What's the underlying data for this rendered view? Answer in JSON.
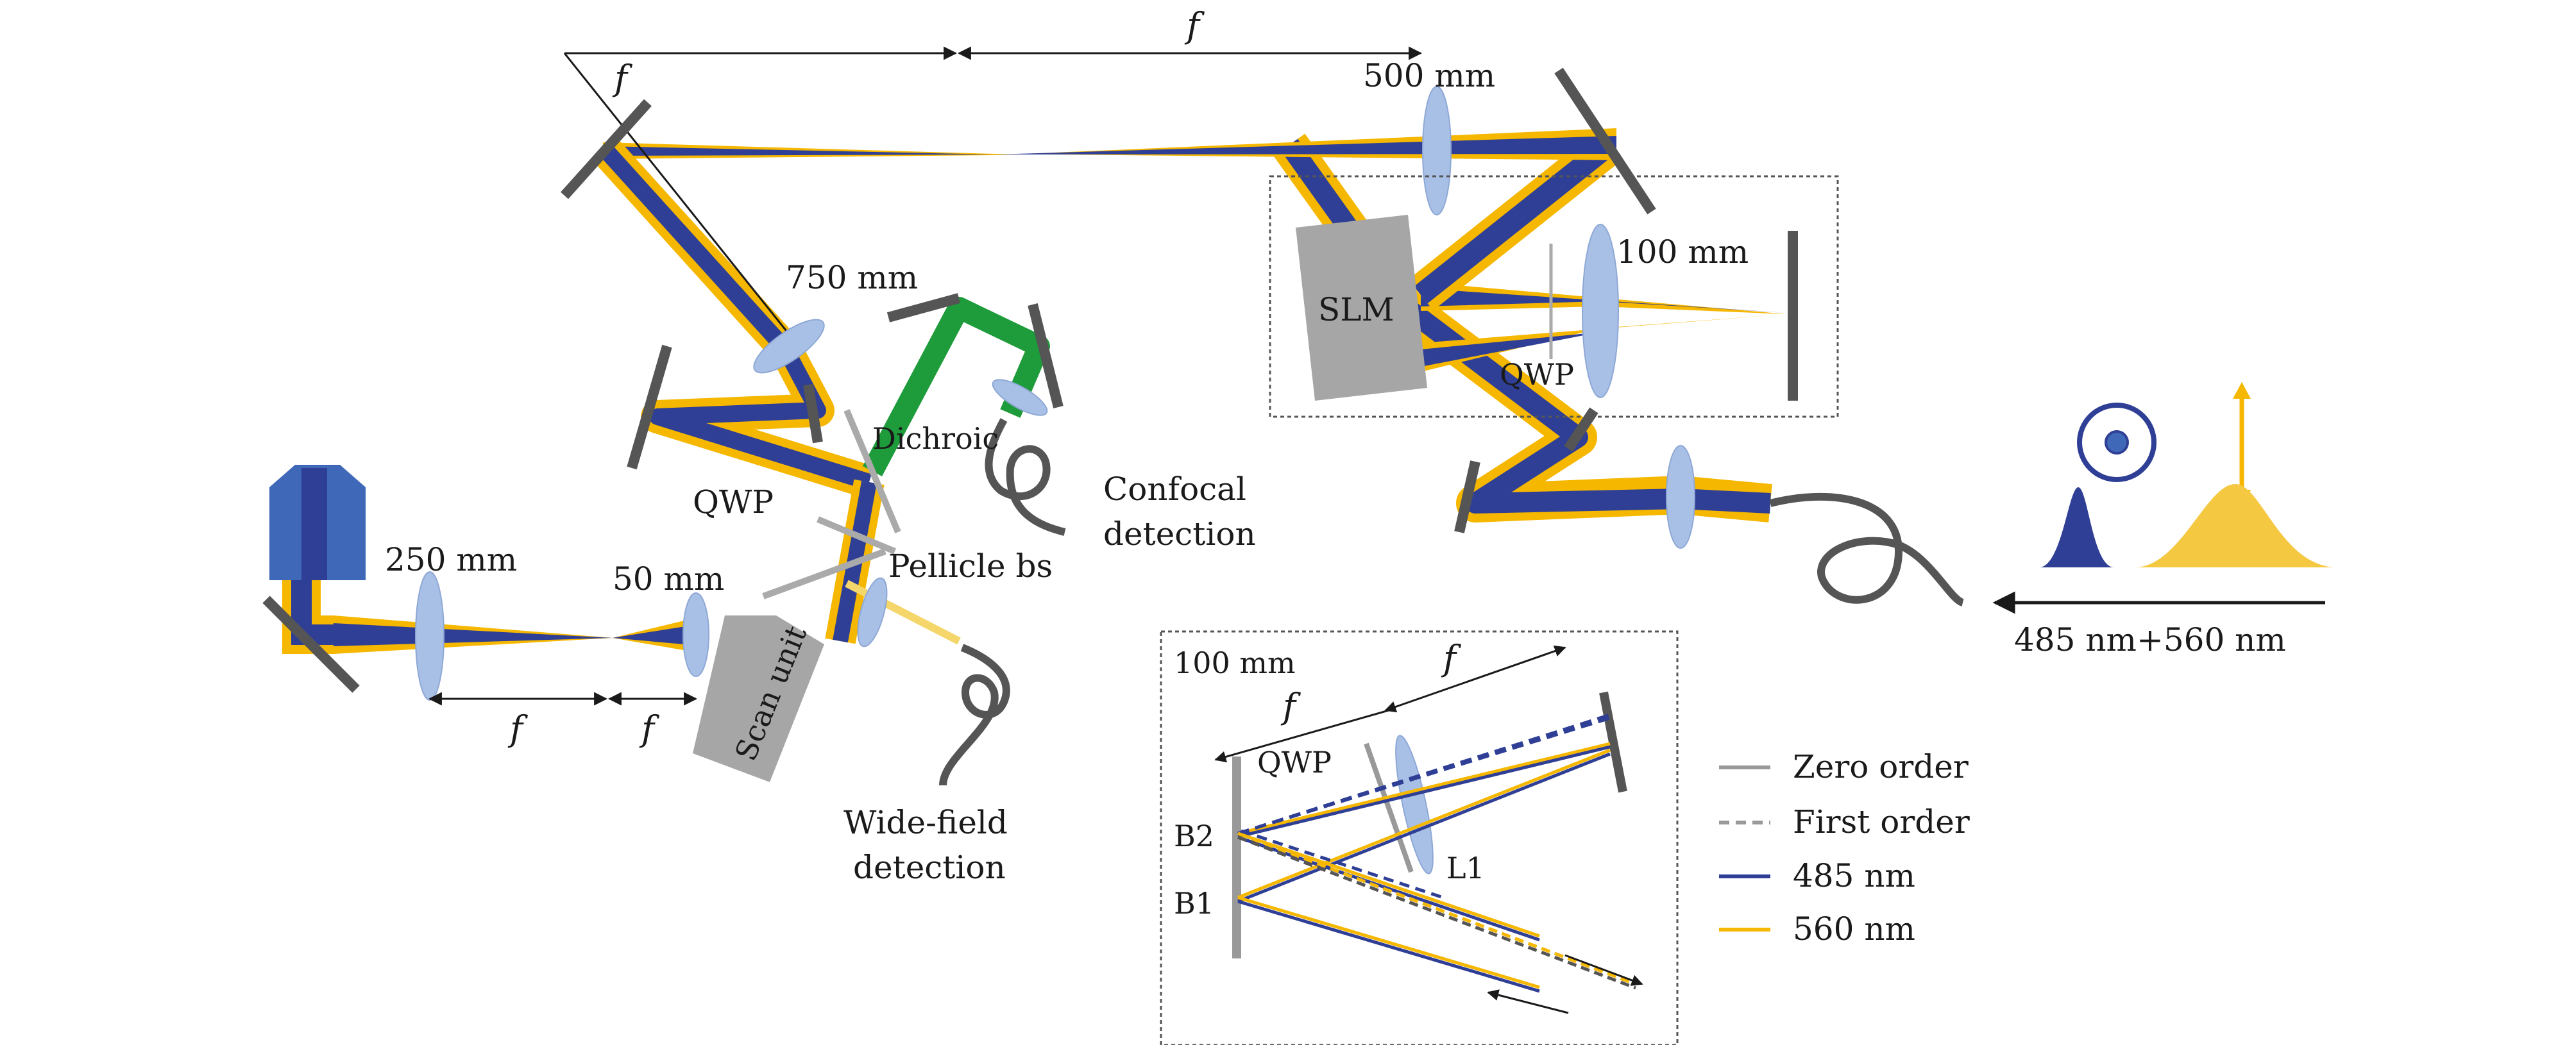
{
  "colors": {
    "blue_485": "#2f3f95",
    "yellow_560": "#f5b700",
    "green": "#1e9b3a",
    "lens": "#a9c0e6",
    "mirror": "#555555",
    "gray_block": "#a6a6a6",
    "objective": "#3f69b8"
  },
  "labels": {
    "focal_top": "f",
    "f_left_mirror": "f",
    "lens_500": "500 mm",
    "lens_750": "750 mm",
    "lens_100": "100 mm",
    "slm": "SLM",
    "qwp_slm": "QWP",
    "dichroic": "Dichroic",
    "qwp_main": "QWP",
    "pellicle": "Pellicle bs",
    "confocal_1": "Confocal",
    "confocal_2": "detection",
    "lens_250": "250 mm",
    "lens_50": "50 mm",
    "scan_unit": "Scan unit",
    "f_bottom_1": "f",
    "f_bottom_2": "f",
    "widefield_1": "Wide-field",
    "widefield_2": "detection",
    "source_wavelengths": "485 nm+560 nm"
  },
  "inset": {
    "lens_label": "100 mm",
    "f_1": "f",
    "f_2": "f",
    "qwp": "QWP",
    "l1": "L1",
    "b1": "B1",
    "b2": "B2"
  },
  "legend": {
    "items": [
      {
        "label": "Zero order",
        "style": "gray-solid"
      },
      {
        "label": "First order",
        "style": "gray-dashed"
      },
      {
        "label": "485 nm",
        "style": "blue-solid"
      },
      {
        "label": "560 nm",
        "style": "yellow-solid"
      }
    ]
  }
}
